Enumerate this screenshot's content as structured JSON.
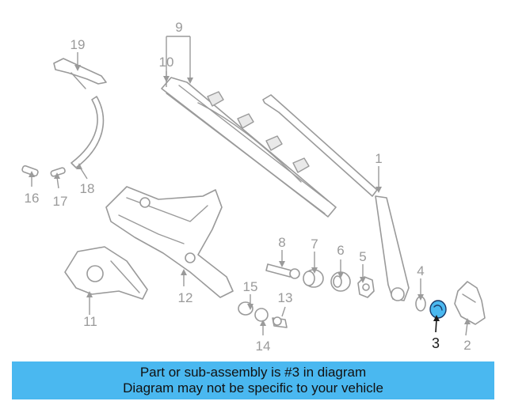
{
  "banner": {
    "line1": "Part or sub-assembly is #3 in diagram",
    "line2": "Diagram may not be specific to your vehicle",
    "color": "#4ab8f0"
  },
  "diagram": {
    "highlight_color": "#4ab8f0",
    "callouts": {
      "c1": "1",
      "c2": "2",
      "c3": "3",
      "c4": "4",
      "c5": "5",
      "c6": "6",
      "c7": "7",
      "c8": "8",
      "c9": "9",
      "c10": "10",
      "c11": "11",
      "c12": "12",
      "c13": "13",
      "c14": "14",
      "c15": "15",
      "c16": "16",
      "c17": "17",
      "c18": "18",
      "c19": "19"
    }
  }
}
